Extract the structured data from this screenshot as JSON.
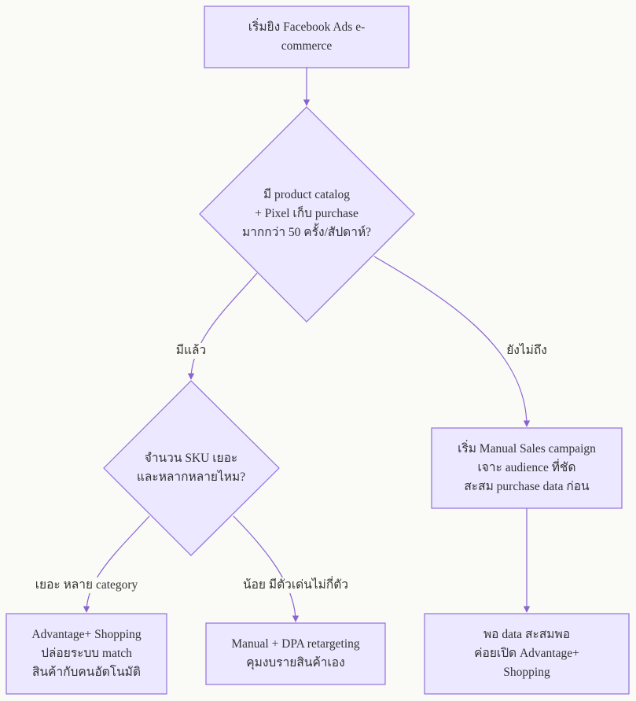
{
  "colors": {
    "node_fill": "#ece8ff",
    "node_stroke": "#9370db",
    "edge": "#8a63d2",
    "text": "#333333"
  },
  "nodes": {
    "start": "เริ่มยิง Facebook Ads e-\ncommerce",
    "catalog_check": "มี product catalog\n+ Pixel เก็บ purchase\nมากกว่า 50 ครั้ง/สัปดาห์?",
    "sku_check": "จำนวน SKU เยอะ\nและหลากหลายไหม?",
    "manual_sales": "เริ่ม Manual Sales campaign\nเจาะ audience ที่ชัด\nสะสม purchase data ก่อน",
    "advantage_shopping": "Advantage+ Shopping\nปล่อยระบบ match\nสินค้ากับคนอัตโนมัติ",
    "manual_dpa": "Manual + DPA retargeting\nคุมงบรายสินค้าเอง",
    "advantage_later": "พอ data สะสมพอ\nค่อยเปิด Advantage+\nShopping"
  },
  "edges": {
    "yes_label": "มีแล้ว",
    "no_label": "ยังไม่ถึง",
    "many_label": "เยอะ หลาย category",
    "few_label": "น้อย มีตัวเด่นไม่กี่ตัว"
  }
}
